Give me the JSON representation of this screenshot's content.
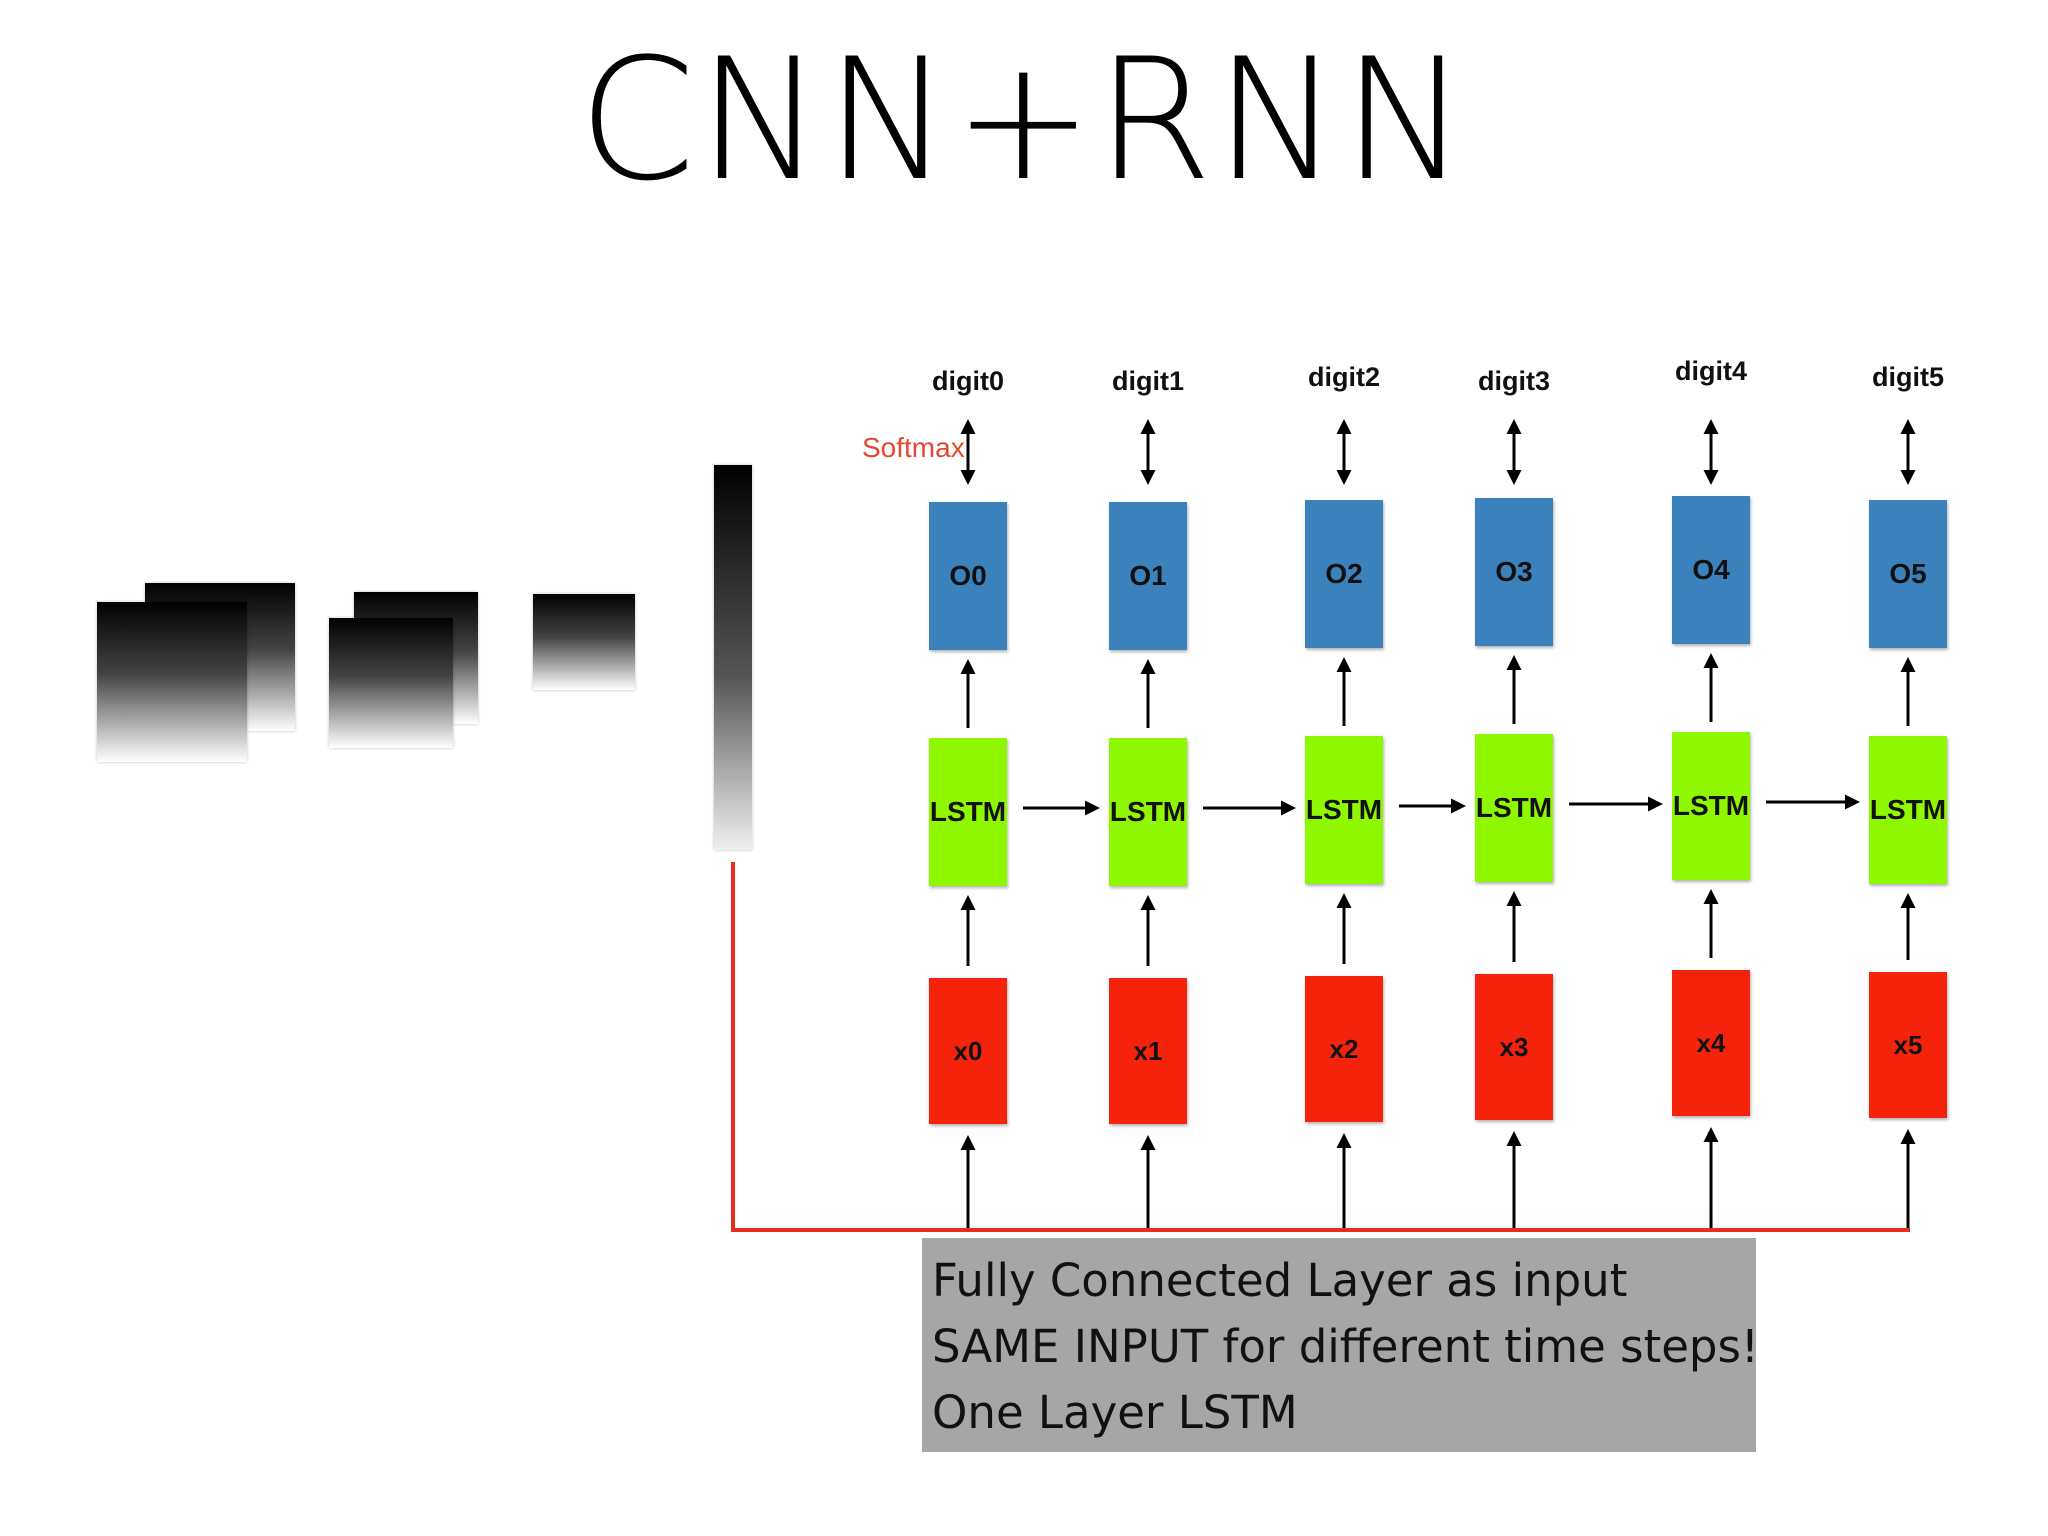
{
  "title": "CNN+RNN",
  "softmax_label": "Softmax",
  "columns": [
    {
      "digit": "digit0",
      "output": "O0",
      "lstm": "LSTM",
      "input": "x0"
    },
    {
      "digit": "digit1",
      "output": "O1",
      "lstm": "LSTM",
      "input": "x1"
    },
    {
      "digit": "digit2",
      "output": "O2",
      "lstm": "LSTM",
      "input": "x2"
    },
    {
      "digit": "digit3",
      "output": "O3",
      "lstm": "LSTM",
      "input": "x3"
    },
    {
      "digit": "digit4",
      "output": "O4",
      "lstm": "LSTM",
      "input": "x4"
    },
    {
      "digit": "digit5",
      "output": "O5",
      "lstm": "LSTM",
      "input": "x5"
    }
  ],
  "note": {
    "lines": [
      "Fully Connected Layer as input",
      "SAME INPUT for different time steps!",
      "One Layer LSTM"
    ]
  },
  "colors": {
    "output_block": "#3b82bd",
    "lstm_block": "#8ff700",
    "input_block": "#f5230c",
    "fc_wire": "#e62e1a",
    "softmax_text": "#e8472f",
    "note_background": "#a6a6a6"
  }
}
